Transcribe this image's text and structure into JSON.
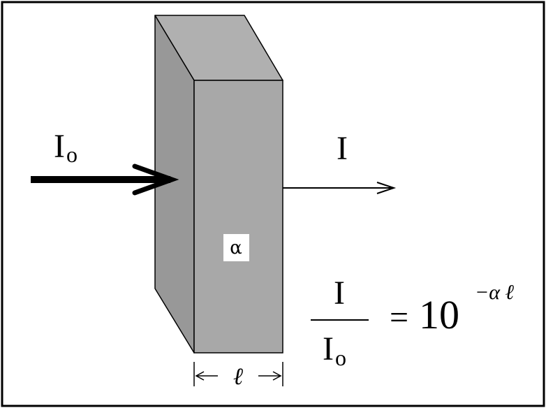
{
  "labels": {
    "incident_main": "I",
    "incident_sub": "o",
    "transmitted": "I",
    "absorption": "α",
    "length": "ℓ"
  },
  "equation": {
    "numerator": "I",
    "denominator_main": "I",
    "denominator_sub": "o",
    "equals": "=",
    "base": "10",
    "exponent": "−α ℓ"
  },
  "colors": {
    "slab_front": "#a8a8a8",
    "slab_side": "#989898",
    "slab_top": "#b0b0b0",
    "background": "#ffffff",
    "ink": "#000000"
  }
}
